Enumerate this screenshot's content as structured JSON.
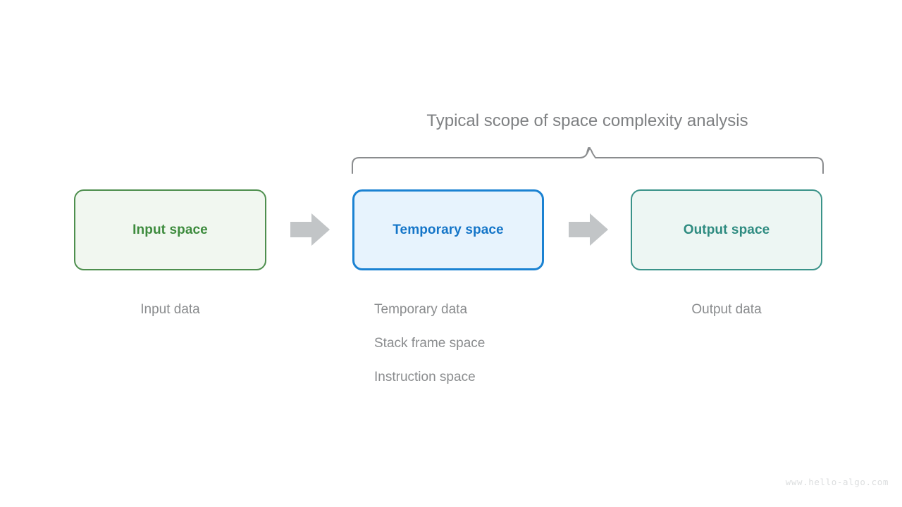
{
  "diagram": {
    "title": "Typical scope of space complexity analysis",
    "background_color": "#ffffff",
    "brace": {
      "name": "scope-brace",
      "color": "#8a8c8e"
    },
    "boxes": [
      {
        "id": "input",
        "label": "Input space",
        "border_color": "#4e8f4e",
        "fill_color": "#f1f7f0",
        "text_color": "#3d8b3d"
      },
      {
        "id": "temporary",
        "label": "Temporary space",
        "border_color": "#1b82d2",
        "fill_color": "#e7f3fd",
        "text_color": "#1475c8"
      },
      {
        "id": "output",
        "label": "Output space",
        "border_color": "#3a9389",
        "fill_color": "#edf6f3",
        "text_color": "#2e8b80"
      }
    ],
    "arrows": [
      {
        "id": "arrow-input-to-temporary",
        "color": "#c2c5c7"
      },
      {
        "id": "arrow-temporary-to-output",
        "color": "#c2c5c7"
      }
    ],
    "captions": {
      "input": "Input data",
      "output": "Output data",
      "middle": [
        "Temporary data",
        "Stack frame space",
        "Instruction space"
      ]
    },
    "watermark": "www.hello-algo.com"
  }
}
